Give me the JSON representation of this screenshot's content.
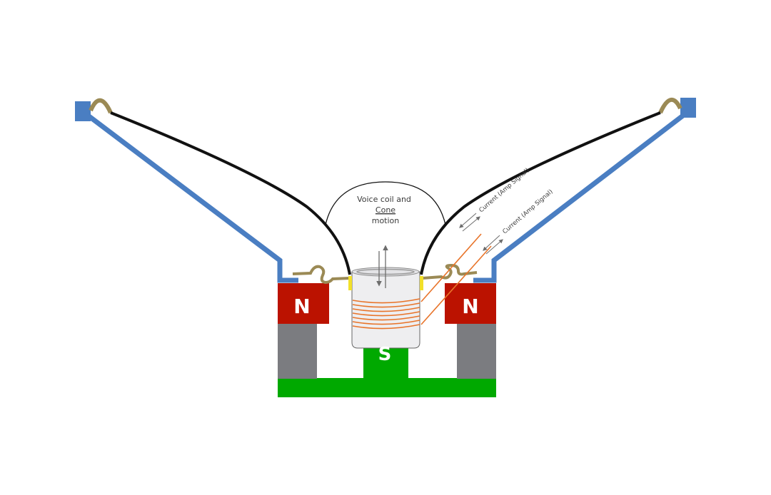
{
  "title": "Loudspeaker cross-section diagram",
  "labels": {
    "motion_line1": "Voice coil and",
    "motion_line2": "Cone",
    "motion_line3": "motion",
    "current_1": "Current (Amp Signal)",
    "current_2": "Current (Amp Signal)",
    "magnet_left_pole": "N",
    "magnet_right_pole": "N",
    "center_pole": "S"
  },
  "colors": {
    "frame_basket": "#4a7ec2",
    "cone": "#111111",
    "surround": "#9b8a55",
    "spider": "#9b8a55",
    "magnet_north": "#bb1200",
    "magnet_gray": "#7b7c80",
    "pole_piece_south": "#00a900",
    "voice_coil_winding": "#e8742a",
    "coil_former": "#eeeef0",
    "glue_joint": "#f2e02a",
    "arrows": "#6d6d6d"
  },
  "components": [
    "basket-frame",
    "cone",
    "surround",
    "spider",
    "voice-coil-former",
    "voice-coil-winding",
    "north-magnet-left",
    "north-magnet-right",
    "south-pole-piece",
    "back-plate"
  ]
}
